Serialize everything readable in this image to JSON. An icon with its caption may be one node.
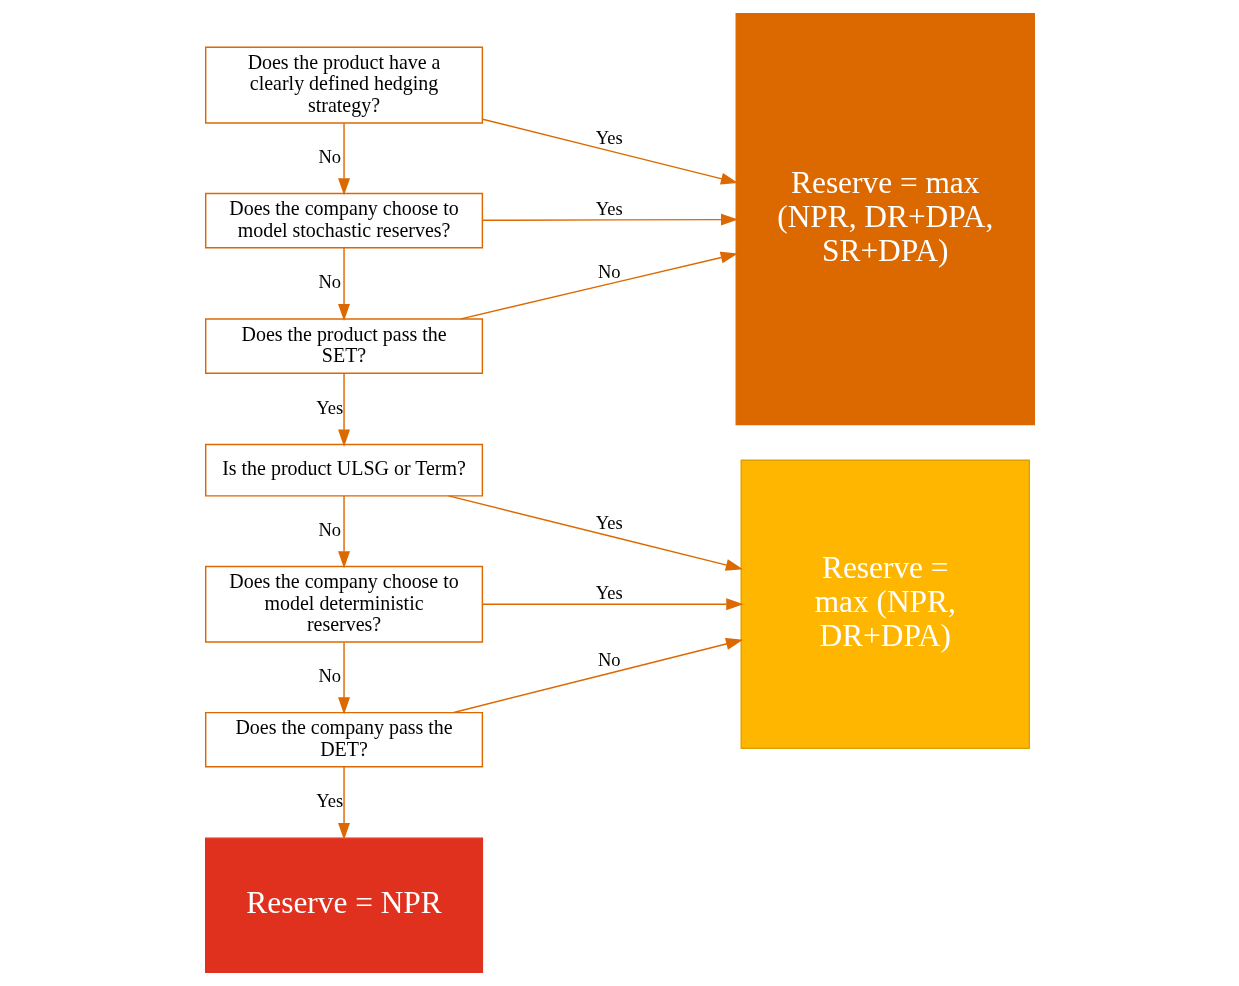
{
  "diagram": {
    "nodes": [
      {
        "text": [
          "Does the product have a clearly defined hedging strategy?"
        ]
      },
      {
        "text": [
          "Does the company choose to model stochastic reserves?"
        ]
      },
      {
        "text": [
          "Does the product pass the SET?"
        ]
      },
      {
        "text": [
          "Is the product ULSG or Term?"
        ]
      },
      {
        "text": [
          "Does the company choose to model deterministic reserves?"
        ]
      },
      {
        "text": [
          "Does the company pass the DET?"
        ]
      },
      {
        "text": [
          "Reserve = NPR"
        ]
      },
      {
        "text": [
          "Reserve = max (NPR, DR+DPA, SR+DPA)"
        ]
      },
      {
        "text": [
          "Reserve = max (NPR, DR+DPA)"
        ]
      }
    ],
    "edges": [
      {
        "from": 0,
        "to": 7,
        "arrow": "to",
        "label": "Yes"
      },
      {
        "from": 0,
        "to": 1,
        "arrow": "to",
        "label": "No"
      },
      {
        "from": 1,
        "to": 7,
        "arrow": "to",
        "label": "Yes"
      },
      {
        "from": 1,
        "to": 2,
        "arrow": "to",
        "label": "No"
      },
      {
        "from": 2,
        "to": 7,
        "arrow": "to",
        "label": "No"
      },
      {
        "from": 2,
        "to": 3,
        "arrow": "to",
        "label": "Yes"
      },
      {
        "from": 3,
        "to": 8,
        "arrow": "to",
        "label": "Yes"
      },
      {
        "from": 3,
        "to": 4,
        "arrow": "to",
        "label": "No"
      },
      {
        "from": 4,
        "to": 8,
        "arrow": "to",
        "label": "Yes"
      },
      {
        "from": 4,
        "to": 5,
        "arrow": "to",
        "label": "No"
      },
      {
        "from": 5,
        "to": 8,
        "arrow": "to",
        "label": "No"
      },
      {
        "from": 5,
        "to": 6,
        "arrow": "to",
        "label": "Yes"
      }
    ]
  }
}
